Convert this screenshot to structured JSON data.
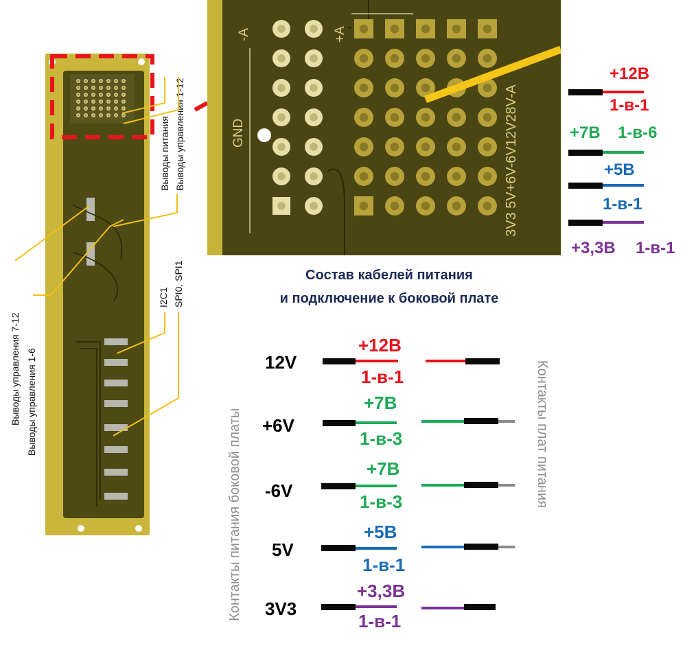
{
  "board": {
    "labels": {
      "power_outputs": "Выводы питания",
      "control_1_12": "Выводы управления 1-12",
      "control_7_12": "Выводы управления 7-12",
      "control_1_6": "Выводы управления 1-6",
      "i2c1": "I2C1",
      "spi": "SPI0, SPI1"
    }
  },
  "zoom": {
    "gnd": "GND",
    "minus_a": "-A",
    "plus_a": "+A",
    "rail_labels": "3V3 5V+6V-6V12V28V-A"
  },
  "title": {
    "line1": "Состав кабелей питания",
    "line2": "и подключение к боковой плате"
  },
  "legend": [
    {
      "top": "+12В",
      "bottom": "1-в-1",
      "color": "#e8141c"
    },
    {
      "top_left": "+7В",
      "top_right": "1-в-6",
      "color": "#1eaa55"
    },
    {
      "top": "+5В",
      "bottom": "1-в-1",
      "color": "#1a6bb5"
    },
    {
      "left": "+3,3В",
      "right": "1-в-1",
      "color": "#7a3494"
    }
  ],
  "side_labels": {
    "left": "Контакты питания боковой платы",
    "right": "Контакты плат питания"
  },
  "cables": [
    {
      "name": "12V",
      "top": "+12В",
      "bottom": "1-в-1",
      "color": "#e8141c"
    },
    {
      "name": "+6V",
      "top": "+7В",
      "bottom": "1-в-3",
      "color": "#1eaa55"
    },
    {
      "name": "-6V",
      "top": "+7В",
      "bottom": "1-в-3",
      "color": "#1eaa55"
    },
    {
      "name": "5V",
      "top": "+5В",
      "bottom": "1-в-1",
      "color": "#1a6bb5"
    },
    {
      "name": "3V3",
      "top": "+3,3В",
      "bottom": "1-в-1",
      "color": "#7a3494"
    }
  ]
}
